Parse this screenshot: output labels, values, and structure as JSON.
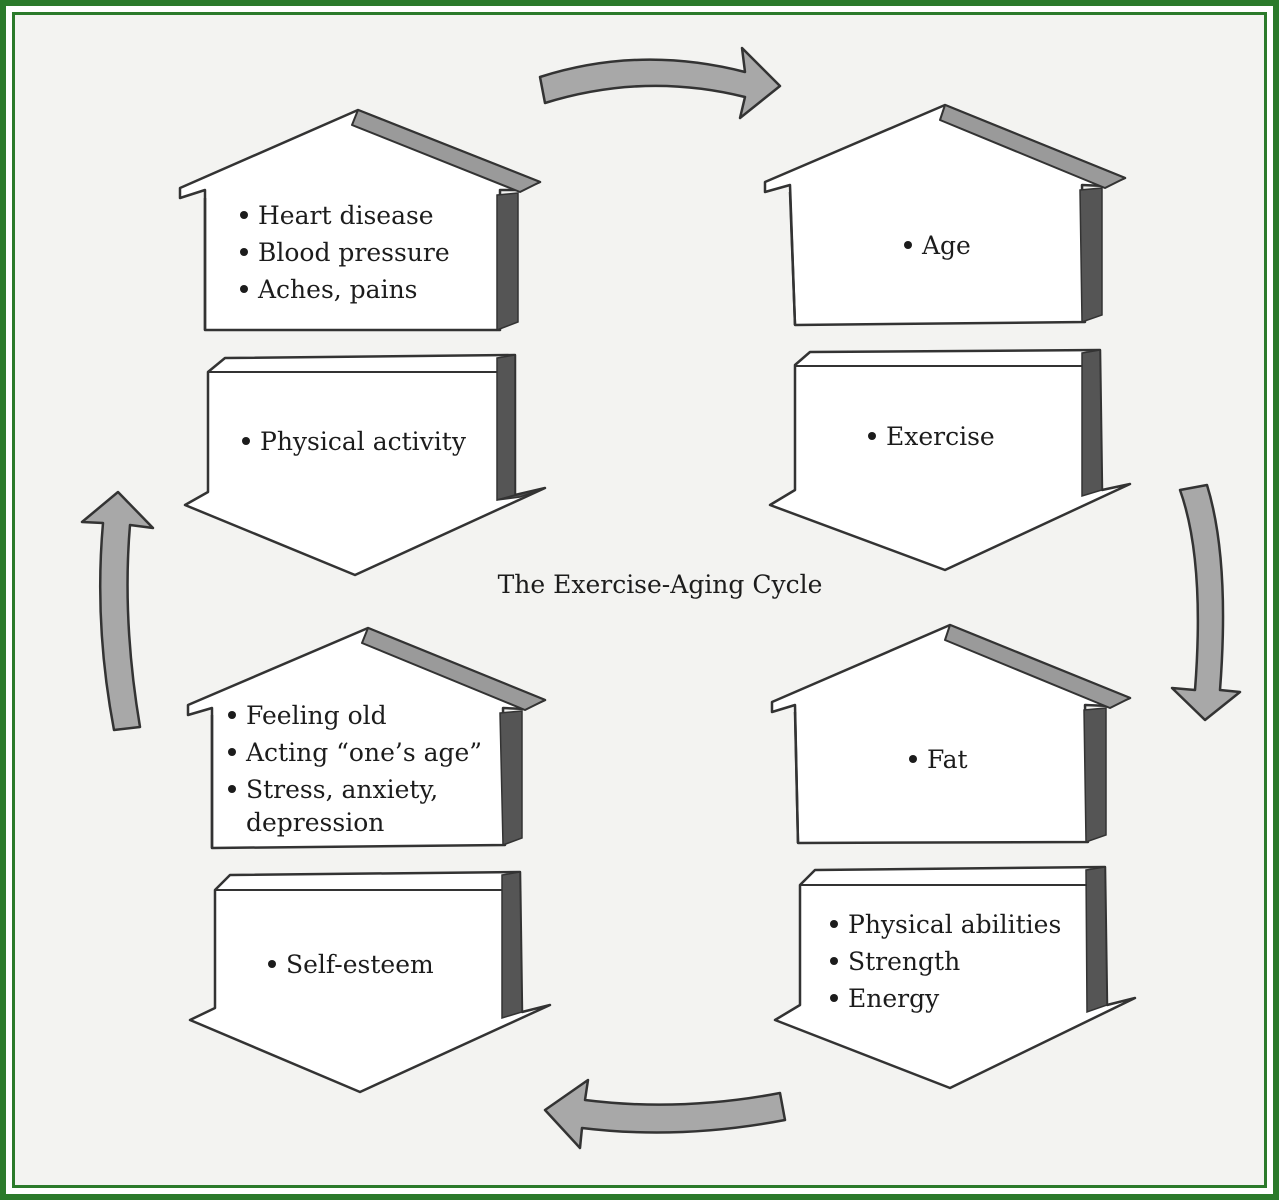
{
  "title": "The Exercise-Aging Cycle",
  "panels": {
    "top_left_house": {
      "items": [
        "Heart disease",
        "Blood pressure",
        "Aches, pains"
      ]
    },
    "top_left_arrow": {
      "items": [
        "Physical activity"
      ]
    },
    "top_right_house": {
      "items": [
        "Age"
      ]
    },
    "top_right_arrow": {
      "items": [
        "Exercise"
      ]
    },
    "bottom_right_house": {
      "items": [
        "Fat"
      ]
    },
    "bottom_right_arrow": {
      "items": [
        "Physical abilities",
        "Strength",
        "Energy"
      ]
    },
    "bottom_left_house": {
      "items": [
        "Feeling old",
        "Acting “one’s age”",
        "Stress, anxiety,",
        "depression"
      ]
    },
    "bottom_left_arrow": {
      "items": [
        "Self-esteem"
      ]
    }
  },
  "colors": {
    "frame": "#2b7a2b",
    "background": "#f3f3f1",
    "arrow_fill": "#a8a8a8",
    "side_shade": "#555555"
  }
}
